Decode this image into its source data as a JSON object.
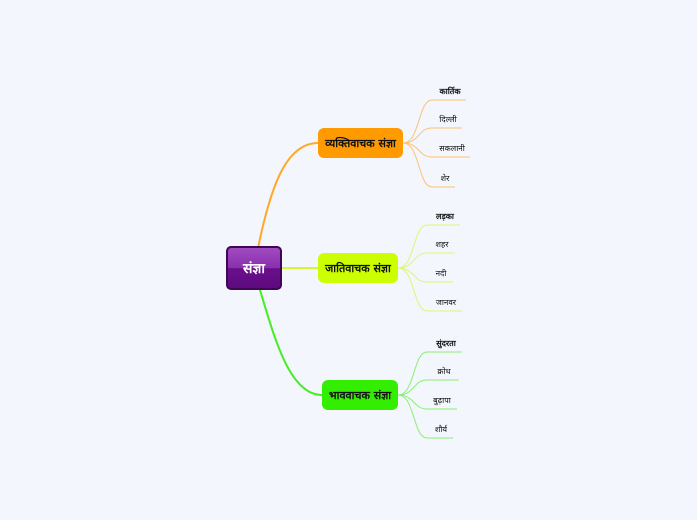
{
  "root": {
    "label": "संज्ञा"
  },
  "branches": [
    {
      "label": "व्यक्तिवाचक संज्ञा",
      "color": "#ff9b00",
      "children": [
        "कार्तिक",
        "दिल्ली",
        "सकलानी",
        "शेर"
      ]
    },
    {
      "label": "जातिवाचक संज्ञा",
      "color": "#ccff00",
      "children": [
        "लड़का",
        "शहर",
        "नदी",
        "जानवर"
      ]
    },
    {
      "label": "भाववाचक संज्ञा",
      "color": "#33ee00",
      "children": [
        "सुंदरता",
        "क्रोध",
        "बुढ़ापा",
        "शौर्य"
      ]
    }
  ]
}
